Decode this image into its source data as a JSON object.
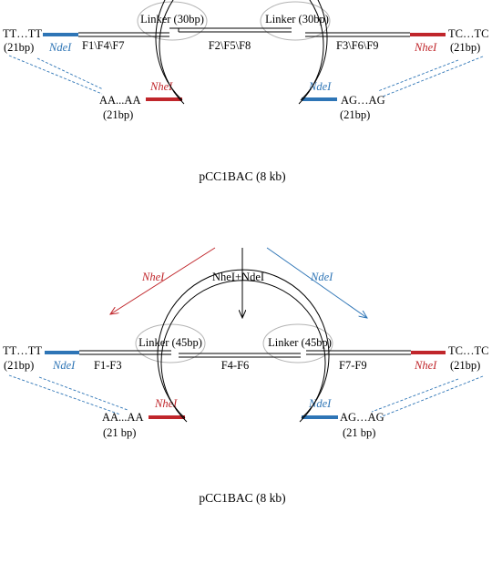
{
  "colors": {
    "nhe": "#c0262b",
    "nde": "#2e75b6",
    "line": "#000000",
    "linker_ellipse": "#b4b4b4",
    "dashed_blue": "#2e75b6"
  },
  "top": {
    "left_end": "TT…TT",
    "left_bp": "(21bp)",
    "right_end": "TC…TC",
    "right_bp": "(21bp)",
    "nde_label": "Nde",
    "nhe_label": "Nhe",
    "enzyme_suffix": "I",
    "linker_left": "Linker (30bp)",
    "linker_right": "Linker (30bp)",
    "frag1": "F1\\F4\\F7",
    "frag2": "F2\\F5\\F8",
    "frag3": "F3\\F6\\F9",
    "vector_left_seq": "AA...AA",
    "vector_left_bp": "(21bp)",
    "vector_right_seq": "AG…AG",
    "vector_right_bp": "(21bp)",
    "plasmid": "pCC1BAC (8 kb)"
  },
  "arrows": {
    "left": "Nhe",
    "middle_a": "Nhe",
    "middle_plus": "I+",
    "middle_b": "Nde",
    "right": "Nde",
    "suffix": "I"
  },
  "bottom": {
    "left_end": "TT…TT",
    "left_bp": "(21bp)",
    "right_end": "TC…TC",
    "right_bp": "(21bp)",
    "nde_label": "Nde",
    "nhe_label": "Nhe",
    "enzyme_suffix": "I",
    "linker_left": "Linker (45bp)",
    "linker_right": "Linker (45bp)",
    "frag1": "F1-F3",
    "frag2": "F4-F6",
    "frag3": "F7-F9",
    "vector_left_seq": "AA...AA",
    "vector_left_bp": "(21 bp)",
    "vector_right_seq": "AG…AG",
    "vector_right_bp": "(21 bp)",
    "plasmid": "pCC1BAC (8 kb)"
  }
}
